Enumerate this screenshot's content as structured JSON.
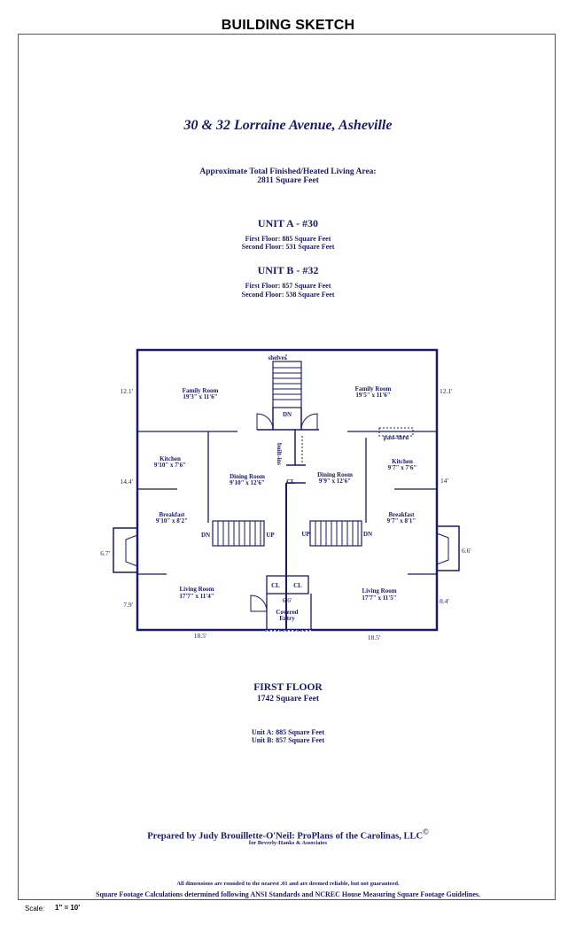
{
  "header": {
    "title": "BUILDING SKETCH"
  },
  "property": {
    "address": "30 & 32 Lorraine Avenue, Asheville",
    "area_label": "Approximate Total Finished/Heated Living Area:",
    "area_value": "2811 Square Feet"
  },
  "unit_a": {
    "title": "UNIT A - #30",
    "first": "First Floor:  885 Square Feet",
    "second": "Second Floor:  531 Square Feet"
  },
  "unit_b": {
    "title": "UNIT B - #32",
    "first": "First Floor:  857 Square Feet",
    "second": "Second Floor:  538 Square Feet"
  },
  "plan": {
    "rooms": {
      "family_a": "Family Room",
      "family_a_dim": "19'3\" x 11'6\"",
      "family_b": "Family Room",
      "family_b_dim": "19'5\" x 11'6\"",
      "kitchen_a": "Kitchen",
      "kitchen_a_dim": "9'10\" x 7'6\"",
      "kitchen_b": "Kitchen",
      "kitchen_b_dim": "9'7\" x 7'6\"",
      "dining_a": "Dining Room",
      "dining_a_dim": "9'10\" x 12'6\"",
      "dining_b": "Dining Room",
      "dining_b_dim": "9'9\" x 12'6\"",
      "breakfast_a": "Breakfast",
      "breakfast_a_dim": "9'10\" x 8'2\"",
      "breakfast_b": "Breakfast",
      "breakfast_b_dim": "9'7\" x 8'1\"",
      "living_a": "Living Room",
      "living_a_dim": "17'7\" x 11'4\"",
      "living_b": "Living Room",
      "living_b_dim": "17'7\" x 11'5\"",
      "covered_entry_1": "Covered",
      "covered_entry_2": "Entry"
    },
    "labels": {
      "shelves": "shelves",
      "dn_top": "DN",
      "built_ins": "built-ins",
      "pass_thru": "pass-thru",
      "cl_center": "CL",
      "cl_left": "CL",
      "cl_right": "CL",
      "dn_a": "DN",
      "up_a": "UP",
      "up_b": "UP",
      "dn_b": "DN"
    },
    "dimensions": {
      "left_top": "12.1'",
      "left_mid": "14.4'",
      "left_fire": "6.7'",
      "left_bottom": "7.9'",
      "right_top": "12.1'",
      "right_mid": "14'",
      "right_fire": "6.6'",
      "right_bottom": "8.4'",
      "entry": "6.6'",
      "bottom_left": "18.5'",
      "bottom_right": "18.5'"
    }
  },
  "first_floor": {
    "title": "FIRST FLOOR",
    "area": "1742 Square Feet",
    "unit_a": "Unit A:  885 Square Feet",
    "unit_b": "Unit B:  857 Square Feet"
  },
  "footer": {
    "prepared_by": "Prepared by Judy Brouillette-O'Neil: ProPlans of the Carolinas, LLC",
    "copyright": "©",
    "for_line": "for Beverly-Hanks & Associates",
    "disclaimer": "All dimensions are rounded to the nearest .01 and are deemed reliable, but not guaranteed.",
    "standards": "Square Footage Calculations determined following ANSI Standards and NCREC House Measuring Square Footage Guidelines.",
    "scale_label": "Scale:",
    "scale_value": "1\" = 10'"
  },
  "colors": {
    "ink": "#1a1a66",
    "wall": "#1a1a66"
  }
}
